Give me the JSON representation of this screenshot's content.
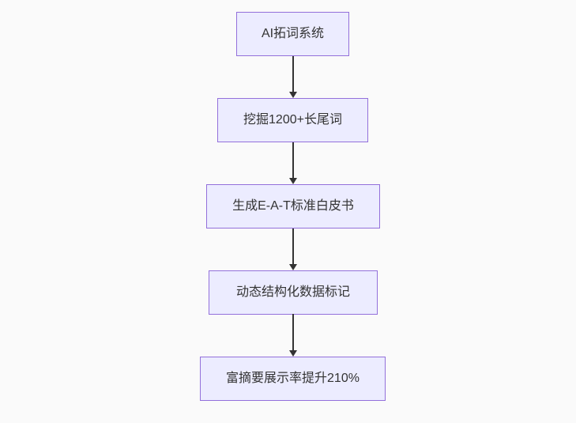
{
  "diagram": {
    "type": "flowchart",
    "direction": "top-down",
    "nodes": [
      {
        "label": "AI拓词系统"
      },
      {
        "label": "挖掘1200+长尾词"
      },
      {
        "label": "生成E-A-T标准白皮书"
      },
      {
        "label": "动态结构化数据标记"
      },
      {
        "label": "富摘要展示率提升210%"
      }
    ],
    "edges": [
      {
        "from": "AI拓词系统",
        "to": "挖掘1200+长尾词",
        "style": "arrow-down"
      },
      {
        "from": "挖掘1200+长尾词",
        "to": "生成E-A-T标准白皮书",
        "style": "arrow-down"
      },
      {
        "from": "生成E-A-T标准白皮书",
        "to": "动态结构化数据标记",
        "style": "arrow-down"
      },
      {
        "from": "动态结构化数据标记",
        "to": "富摘要展示率提升210%",
        "style": "arrow-down"
      }
    ],
    "colors": {
      "background": "#fafafa",
      "node_fill": "#ECECFF",
      "node_border": "#9370DB",
      "arrow": "#333333",
      "text": "#333333"
    }
  }
}
